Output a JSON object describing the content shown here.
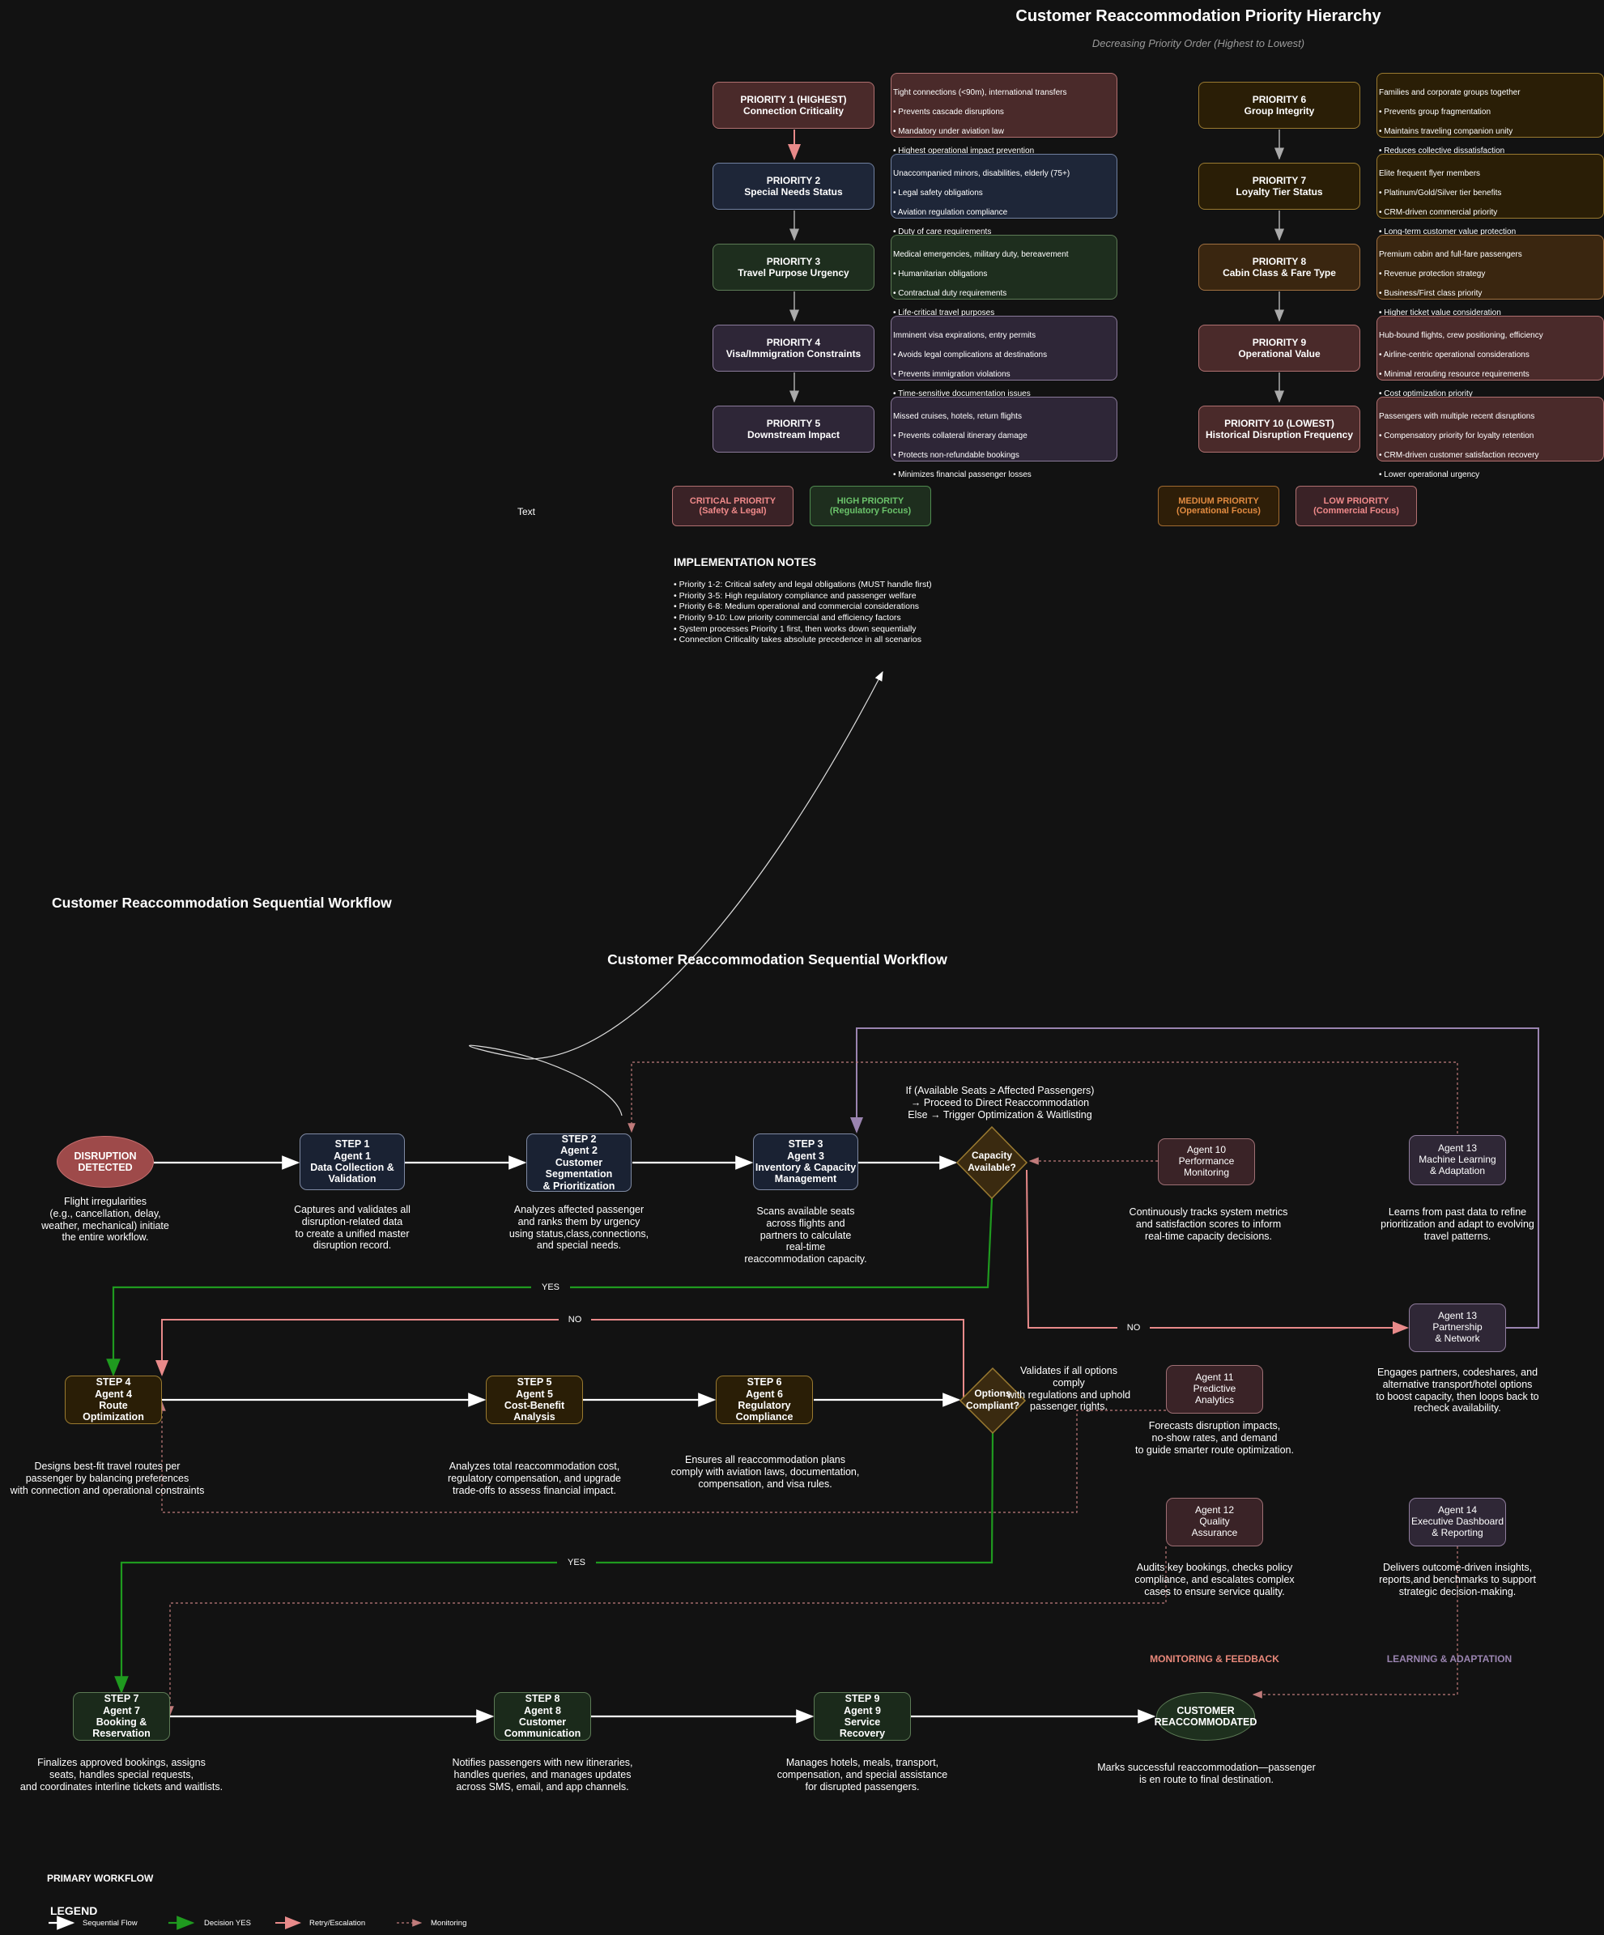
{
  "hierarchy": {
    "title": "Customer Reaccommodation Priority Hierarchy",
    "subtitle": "Decreasing Priority Order (Highest to Lowest)",
    "left": [
      {
        "label": "PRIORITY 1 (HIGHEST)",
        "name": "Connection Criticality",
        "desc_head": "Tight connections (<90m), international transfers",
        "bullets": [
          "• Prevents cascade disruptions",
          "• Mandatory under aviation law",
          "• Highest operational impact prevention"
        ]
      },
      {
        "label": "PRIORITY 2",
        "name": "Special Needs Status",
        "desc_head": "Unaccompanied minors, disabilities, elderly (75+)",
        "bullets": [
          "• Legal safety obligations",
          "• Aviation regulation compliance",
          "• Duty of care requirements"
        ]
      },
      {
        "label": "PRIORITY 3",
        "name": "Travel Purpose Urgency",
        "desc_head": "Medical emergencies, military duty, bereavement",
        "bullets": [
          "• Humanitarian obligations",
          "• Contractual duty requirements",
          "• Life-critical travel purposes"
        ]
      },
      {
        "label": "PRIORITY 4",
        "name": "Visa/Immigration Constraints",
        "desc_head": "Imminent visa expirations, entry permits",
        "bullets": [
          "• Avoids legal complications at destinations",
          "• Prevents immigration violations",
          "• Time-sensitive documentation issues"
        ]
      },
      {
        "label": "PRIORITY 5",
        "name": "Downstream Impact",
        "desc_head": "Missed cruises, hotels, return flights",
        "bullets": [
          "• Prevents collateral itinerary damage",
          "• Protects non-refundable bookings",
          "• Minimizes financial passenger losses"
        ]
      }
    ],
    "right": [
      {
        "label": "PRIORITY 6",
        "name": "Group Integrity",
        "desc_head": "Families and corporate groups together",
        "bullets": [
          "• Prevents group fragmentation",
          "• Maintains traveling companion unity",
          "• Reduces collective dissatisfaction"
        ]
      },
      {
        "label": "PRIORITY 7",
        "name": "Loyalty Tier Status",
        "desc_head": "Elite frequent flyer members",
        "bullets": [
          "• Platinum/Gold/Silver tier benefits",
          "• CRM-driven commercial priority",
          "• Long-term customer value protection"
        ]
      },
      {
        "label": "PRIORITY 8",
        "name": "Cabin Class & Fare Type",
        "desc_head": "Premium cabin and full-fare passengers",
        "bullets": [
          "• Revenue protection strategy",
          "• Business/First class priority",
          "• Higher ticket value consideration"
        ]
      },
      {
        "label": "PRIORITY 9",
        "name": "Operational Value",
        "desc_head": "Hub-bound flights, crew positioning, efficiency",
        "bullets": [
          "• Airline-centric operational considerations",
          "• Minimal rerouting resource requirements",
          "• Cost optimization priority"
        ]
      },
      {
        "label": "PRIORITY 10 (LOWEST)",
        "name": "Historical Disruption Frequency",
        "desc_head": "Passengers with multiple recent disruptions",
        "bullets": [
          "• Compensatory priority for loyalty retention",
          "• CRM-driven customer satisfaction recovery",
          "• Lower operational urgency"
        ]
      }
    ],
    "tags": [
      {
        "line1": "CRITICAL PRIORITY",
        "line2": "(Safety & Legal)"
      },
      {
        "line1": "HIGH PRIORITY",
        "line2": "(Regulatory Focus)"
      },
      {
        "line1": "MEDIUM PRIORITY",
        "line2": "(Operational Focus)"
      },
      {
        "line1": "LOW PRIORITY",
        "line2": "(Commercial Focus)"
      }
    ],
    "stray_text": "Text",
    "notes_title": "IMPLEMENTATION NOTES",
    "notes": [
      "• Priority 1-2: Critical safety and legal obligations (MUST handle first)",
      "• Priority 3-5: High regulatory compliance and passenger welfare",
      "• Priority 6-8: Medium operational and commercial considerations",
      "• Priority 9-10: Low priority commercial and efficiency factors",
      "• System processes Priority 1 first, then works down sequentially",
      "• Connection Criticality takes absolute precedence in all scenarios"
    ]
  },
  "workflow": {
    "title_left": "Customer Reaccommodation Sequential Workflow",
    "title_center": "Customer Reaccommodation Sequential Workflow",
    "start": {
      "line1": "DISRUPTION",
      "line2": "DETECTED",
      "desc": "Flight irregularities\n(e.g., cancellation, delay,\nweather, mechanical) initiate\nthe entire workflow."
    },
    "steps": [
      {
        "lines": [
          "STEP 1",
          "Agent 1",
          "Data Collection &",
          "Validation"
        ],
        "desc": "Captures and validates all\ndisruption-related data\nto create a unified master\ndisruption record."
      },
      {
        "lines": [
          "STEP 2",
          "Agent 2",
          "Customer",
          "Segmentation",
          "& Prioritization"
        ],
        "desc": "Analyzes affected passenger\nand ranks them by urgency\nusing status,class,connections,\nand special needs."
      },
      {
        "lines": [
          "STEP 3",
          "Agent 3",
          "Inventory & Capacity",
          "Management"
        ],
        "desc": "Scans available seats\nacross flights and\npartners to calculate\nreal-time\nreaccommodation capacity."
      },
      {
        "lines": [
          "STEP 4",
          "Agent 4",
          "Route",
          "Optimization"
        ],
        "desc": "Designs best-fit travel routes per\npassenger by balancing preferences\nwith connection and operational constraints"
      },
      {
        "lines": [
          "STEP 5",
          "Agent 5",
          "Cost-Benefit",
          "Analysis"
        ],
        "desc": "Analyzes total reaccommodation cost,\nregulatory compensation, and upgrade\ntrade-offs to assess financial impact."
      },
      {
        "lines": [
          "STEP 6",
          "Agent 6",
          "Regulatory",
          "Compliance"
        ],
        "desc": "Ensures all reaccommodation plans\ncomply with aviation laws, documentation,\ncompensation, and visa rules."
      },
      {
        "lines": [
          "STEP 7",
          "Agent 7",
          "Booking &",
          "Reservation"
        ],
        "desc": "Finalizes approved bookings, assigns\nseats, handles special requests,\nand coordinates interline tickets and waitlists."
      },
      {
        "lines": [
          "STEP 8",
          "Agent 8",
          "Customer",
          "Communication"
        ],
        "desc": "Notifies passengers with new itineraries,\nhandles queries, and manages updates\nacross SMS, email, and app channels."
      },
      {
        "lines": [
          "STEP 9",
          "Agent 9",
          "Service",
          "Recovery"
        ],
        "desc": "Manages hotels, meals, transport,\ncompensation, and special assistance\nfor disrupted passengers."
      }
    ],
    "decision1": {
      "line1": "Capacity",
      "line2": "Available?",
      "condition": "If (Available Seats ≥ Affected Passengers)\n→ Proceed to Direct Reaccommodation\nElse → Trigger Optimization & Waitlisting"
    },
    "decision2": {
      "line1": "Options",
      "line2": "Compliant?",
      "condition": "Validates if all options comply\nwith regulations and uphold\npassenger rights."
    },
    "yes_label": "YES",
    "no_label": "NO",
    "end": {
      "line1": "CUSTOMER",
      "line2": "REACCOMMODATED",
      "desc": "Marks successful reaccommodation—passenger\nis en route to final destination."
    },
    "agents": {
      "a10": {
        "lines": [
          "Agent 10",
          "Performance",
          "Monitoring"
        ],
        "desc": "Continuously tracks system metrics\nand satisfaction scores to inform\nreal-time capacity decisions."
      },
      "a13ml": {
        "lines": [
          "Agent 13",
          "Machine Learning",
          "& Adaptation"
        ],
        "desc": "Learns from past data to refine\nprioritization and adapt to evolving\ntravel patterns."
      },
      "a13pn": {
        "lines": [
          "Agent 13",
          "Partnership",
          "& Network"
        ],
        "desc": "Engages partners, codeshares, and\nalternative transport/hotel options\nto boost capacity, then loops back to\nrecheck availability."
      },
      "a11": {
        "lines": [
          "Agent 11",
          "Predictive",
          "Analytics"
        ],
        "desc": "Forecasts disruption impacts,\nno-show rates, and demand\nto guide smarter route optimization."
      },
      "a12": {
        "lines": [
          "Agent 12",
          "Quality",
          "Assurance"
        ],
        "desc": "Audits key bookings, checks policy\ncompliance, and escalates complex\ncases to ensure service quality."
      },
      "a14": {
        "lines": [
          "Agent 14",
          "Executive Dashboard",
          "& Reporting"
        ],
        "desc": "Delivers outcome-driven insights,\nreports,and benchmarks to support\nstrategic decision-making."
      }
    },
    "monitoring_label": "MONITORING & FEEDBACK",
    "learning_label": "LEARNING & ADAPTATION",
    "primary_label": "PRIMARY WORKFLOW"
  },
  "legend": {
    "title": "LEGEND",
    "items": [
      "Sequential Flow",
      "Decision YES",
      "Retry/Escalation",
      "Monitoring"
    ]
  },
  "colors": {
    "background": "#121212",
    "yes_green": "#1f9a1f",
    "retry_red": "#e88a8a",
    "monitor_pink": "#c07b7b",
    "loop_purple": "#9a84b0"
  }
}
